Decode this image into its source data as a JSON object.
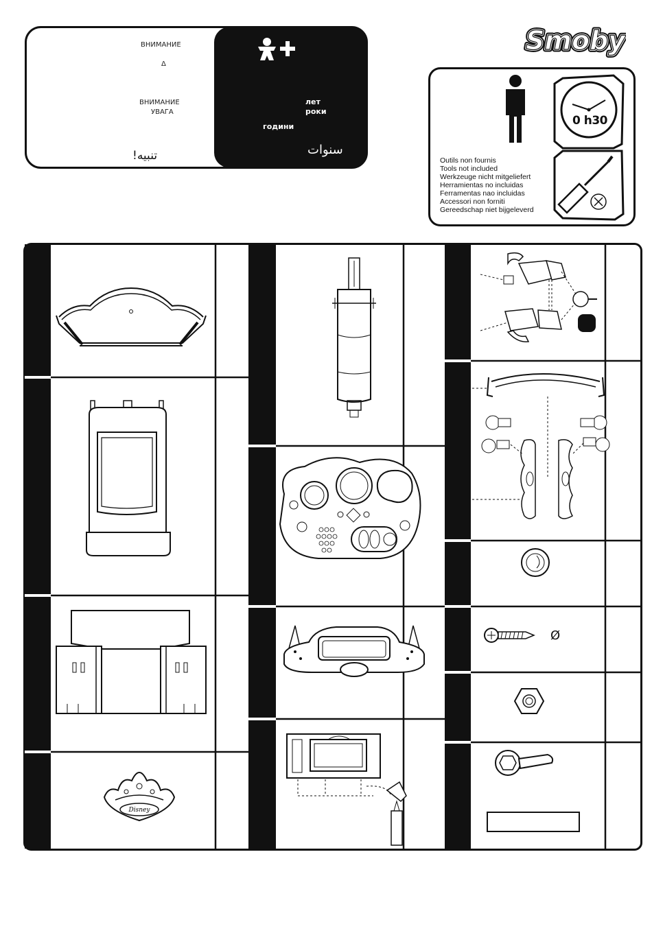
{
  "warning_box": {
    "ru_top": "ВНИМАНИЕ",
    "delta": "Δ",
    "ru_mid": "ВНИМАНИЕ",
    "uk": "УВАГА",
    "arabic_warning": "تنبيه!"
  },
  "age_box": {
    "ru_years": "лет",
    "uk_years": "роки",
    "bg_years": "години",
    "arabic_years": "سنوات"
  },
  "brand": {
    "logo": "Smoby"
  },
  "tools_box": {
    "time": "0 h30",
    "lines": [
      "Outils non  fournis",
      "Tools not included",
      "Werkzeuge nicht mitgeliefert",
      "Herramientas no incluidas",
      "Ferramentas nao incluidas",
      "Accessori non forniti",
      "Gereedschap niet bijgeleverd"
    ]
  },
  "parts": {
    "d_label": "Disney",
    "screw_dia_symbol": "Ø"
  },
  "icons": {
    "child": "child-plus-icon",
    "person": "person-icon",
    "clock": "clock-icon",
    "screwdriver": "screwdriver-icon",
    "nut": "hex-nut-icon",
    "wrench": "wrench-icon",
    "screw": "screw-icon"
  }
}
